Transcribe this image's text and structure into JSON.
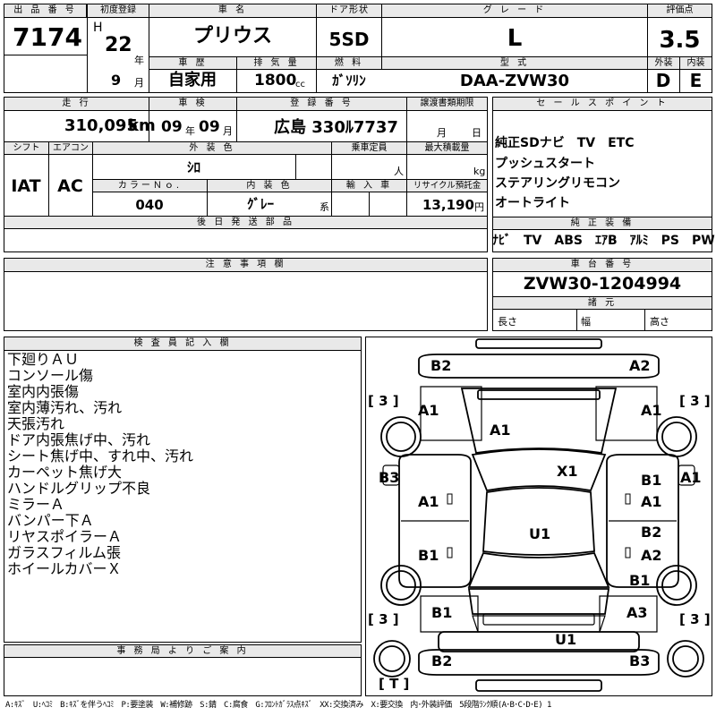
{
  "header": {
    "lot_no_label": "出 品 番 号",
    "lot_no": "7174",
    "first_reg_label": "初度登録",
    "era": "H",
    "year": "22",
    "year_unit": "年",
    "month": "9",
    "month_unit": "月",
    "car_name_label": "車 名",
    "car_name": "プリウス",
    "door_label": "ドア形状",
    "door": "5SD",
    "grade_label": "グ レ ー ド",
    "grade": "L",
    "score_label": "評価点",
    "score": "3.5",
    "history_label": "車 歴",
    "history": "自家用",
    "displacement_label": "排 気 量",
    "displacement": "1800",
    "displacement_unit": "cc",
    "fuel_label": "燃 料",
    "fuel": "ｶﾞｿﾘﾝ",
    "model_label": "型 式",
    "model": "DAA-ZVW30",
    "exterior_label": "外装",
    "exterior": "D",
    "interior_label": "内装",
    "interior": "E"
  },
  "row2": {
    "mileage_label": "走 行",
    "mileage": "310,095",
    "mileage_unit": "km",
    "inspection_label": "車 検",
    "insp_year": "09",
    "insp_year_unit": "年",
    "insp_month": "09",
    "insp_month_unit": "月",
    "reg_no_label": "登 録 番 号",
    "reg_no": "広島 330ﾙ7737",
    "transfer_label": "譲渡書類期限",
    "transfer_month": "月",
    "transfer_day": "日",
    "shift_label": "シフト",
    "shift": "IAT",
    "ac_label": "エアコン",
    "ac": "AC",
    "ext_color_label": "外 装 色",
    "ext_color": "ｼﾛ",
    "capacity_label": "乗車定員",
    "capacity_unit": "人",
    "load_label": "最大積載量",
    "load_unit": "kg",
    "color_no_label": "カラーＮｏ.",
    "color_no": "040",
    "int_color_label": "内 装 色",
    "int_color": "ｸﾞﾚｰ",
    "int_color_unit": "系",
    "import_label": "輸 入 車",
    "recycle_label": "リサイクル預託金",
    "recycle": "13,190",
    "recycle_unit": "円",
    "later_parts_label": "後 日 発 送 部 品"
  },
  "sales": {
    "label": "セ ー ル ス ポ イ ン ト",
    "points": [
      "純正SDナビ　TV　ETC",
      "プッシュスタート",
      "ステアリングリモコン",
      "オートライト"
    ],
    "equip_label": "純 正 装 備",
    "equipment": "ﾅﾋﾞ　TV　ABS　ｴｱB　ｱﾙﾐ　PS　PW"
  },
  "notes": {
    "label": "注 意 事 項 欄"
  },
  "chassis": {
    "label": "車 台 番 号",
    "number": "ZVW30-1204994",
    "specs_label": "諸 元",
    "length_label": "長さ",
    "width_label": "幅",
    "height_label": "高さ"
  },
  "inspector": {
    "label": "検 査 員 記 入 欄",
    "lines": [
      "下廻りＡＵ",
      "コンソール傷",
      "室内内張傷",
      "室内薄汚れ、汚れ",
      "天張汚れ",
      "ドア内張焦げ中、汚れ",
      "シート焦げ中、すれ中、汚れ",
      "カーペット焦げ大",
      "ハンドルグリップ不良",
      "ミラーＡ",
      "バンパー下Ａ",
      "リヤスポイラーＡ",
      "ガラスフィルム張",
      "ホイールカバーＸ"
    ]
  },
  "office": {
    "label": "事 務 局 よ り ご 案 内"
  },
  "diagram": {
    "marks": {
      "front_left": "B2",
      "front_right": "A2",
      "tire_fl": "[ 3 ]",
      "tire_fr": "[ 3 ]",
      "fender_fl": "A1",
      "fender_fr": "A1",
      "hood": "A1",
      "windshield": "X1",
      "side_l": "B3",
      "side_r": "A1",
      "door_fl": "A1",
      "door_fr_top": "B1",
      "door_fr": "A1",
      "roof": "U1",
      "door_rl": "B1",
      "door_rr_top": "B2",
      "door_rr": "A2",
      "qtr_r": "B1",
      "qtr_l": "B1",
      "rear_r": "A3",
      "tire_rl": "[ 3 ]",
      "tire_rr": "[ 3 ]",
      "trunk": "U1",
      "rear_left": "B2",
      "rear_right": "B3",
      "spare": "[ T ]"
    }
  },
  "legend": "A:ｷｽﾞ　U:ﾍｺﾐ　B:ｷｽﾞを伴うﾍｺﾐ　P:要塗装　W:補修跡　S:錆　C:腐食　G:ﾌﾛﾝﾄｶﾞﾗｽ点ｷｽﾞ　XX:交換済み　X:要交換　内･外装評価　5段階ﾗﾝｸ順(A･B･C･D･E) 1"
}
